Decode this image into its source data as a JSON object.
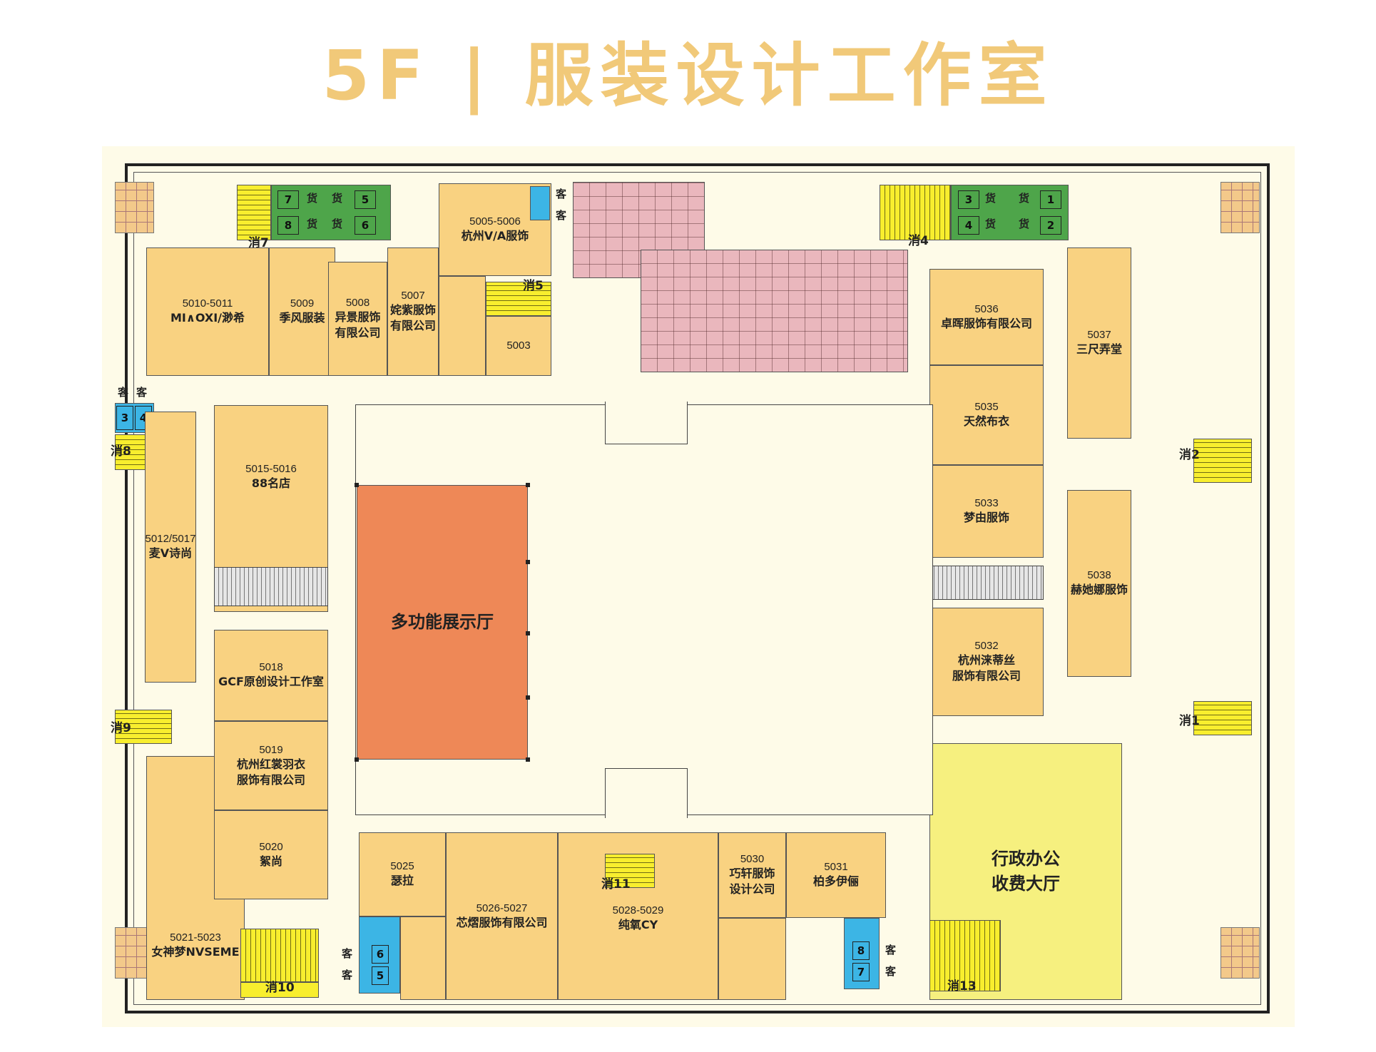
{
  "title": "5F | 服装设计工作室",
  "colors": {
    "title": "#f1c979",
    "shop": "#f9d281",
    "hall": "#ee8857",
    "office": "#f6f07f",
    "freight_lift": "#4ea54a",
    "passenger_lift": "#3cb5e5",
    "fire_stair": "#f8ee2e",
    "restaurant": "#eab7bd",
    "background": "#fefbe8"
  },
  "shops": {
    "s5010": {
      "no": "5010-5011",
      "name": "MI∧OXI/渺希"
    },
    "s5009": {
      "no": "5009",
      "name": "季风服装"
    },
    "s5008": {
      "no": "5008",
      "name1": "异景服饰",
      "name2": "有限公司"
    },
    "s5007": {
      "no": "5007",
      "name1": "姹紫服饰",
      "name2": "有限公司"
    },
    "s5005": {
      "no": "5005-5006",
      "name": "杭州V/A服饰"
    },
    "s5003": {
      "no": "5003"
    },
    "s5036": {
      "no": "5036",
      "name": "卓晖服饰有限公司"
    },
    "s5037": {
      "no": "5037",
      "name": "三尺弄堂"
    },
    "s5035": {
      "no": "5035",
      "name": "天然布衣"
    },
    "s5033": {
      "no": "5033",
      "name": "梦由服饰"
    },
    "s5038": {
      "no": "5038",
      "name": "赫她娜服饰"
    },
    "s5032": {
      "no": "5032",
      "name1": "杭州涞蒂丝",
      "name2": "服饰有限公司"
    },
    "s5015": {
      "no": "5015-5016",
      "name": "88名店"
    },
    "s5012": {
      "no": "5012/5017",
      "name": "麦V诗尚"
    },
    "s5018": {
      "no": "5018",
      "name": "GCF原创设计工作室"
    },
    "s5019": {
      "no": "5019",
      "name1": "杭州红裳羽衣",
      "name2": "服饰有限公司"
    },
    "s5020": {
      "no": "5020",
      "name": "絮尚"
    },
    "s5021": {
      "no": "5021-5023",
      "name": "女神梦NVSEME"
    },
    "s5025": {
      "no": "5025",
      "name": "瑟拉"
    },
    "s5026": {
      "no": "5026-5027",
      "name": "芯熠服饰有限公司"
    },
    "s5028": {
      "no": "5028-5029",
      "name": "纯氧CY"
    },
    "s5030": {
      "no": "5030",
      "name1": "巧轩服饰",
      "name2": "设计公司"
    },
    "s5031": {
      "no": "5031",
      "name": "柏多伊俪"
    }
  },
  "hall": {
    "name": "多功能展示厅"
  },
  "office": {
    "line1": "行政办公",
    "line2": "收费大厅"
  },
  "fire_stairs": {
    "f1": "消1",
    "f2": "消2",
    "f4": "消4",
    "f5": "消5",
    "f7": "消7",
    "f8": "消8",
    "f9": "消9",
    "f10": "消10",
    "f11": "消11",
    "f13": "消13"
  },
  "lift_labels": {
    "freight": "货",
    "passenger": "客"
  },
  "lifts": {
    "nw": [
      "7",
      "5",
      "8",
      "6"
    ],
    "ne": [
      "3",
      "1",
      "4",
      "2"
    ],
    "w": [
      "3",
      "4"
    ],
    "s": [
      "6",
      "5"
    ],
    "se": [
      "8",
      "7"
    ]
  }
}
